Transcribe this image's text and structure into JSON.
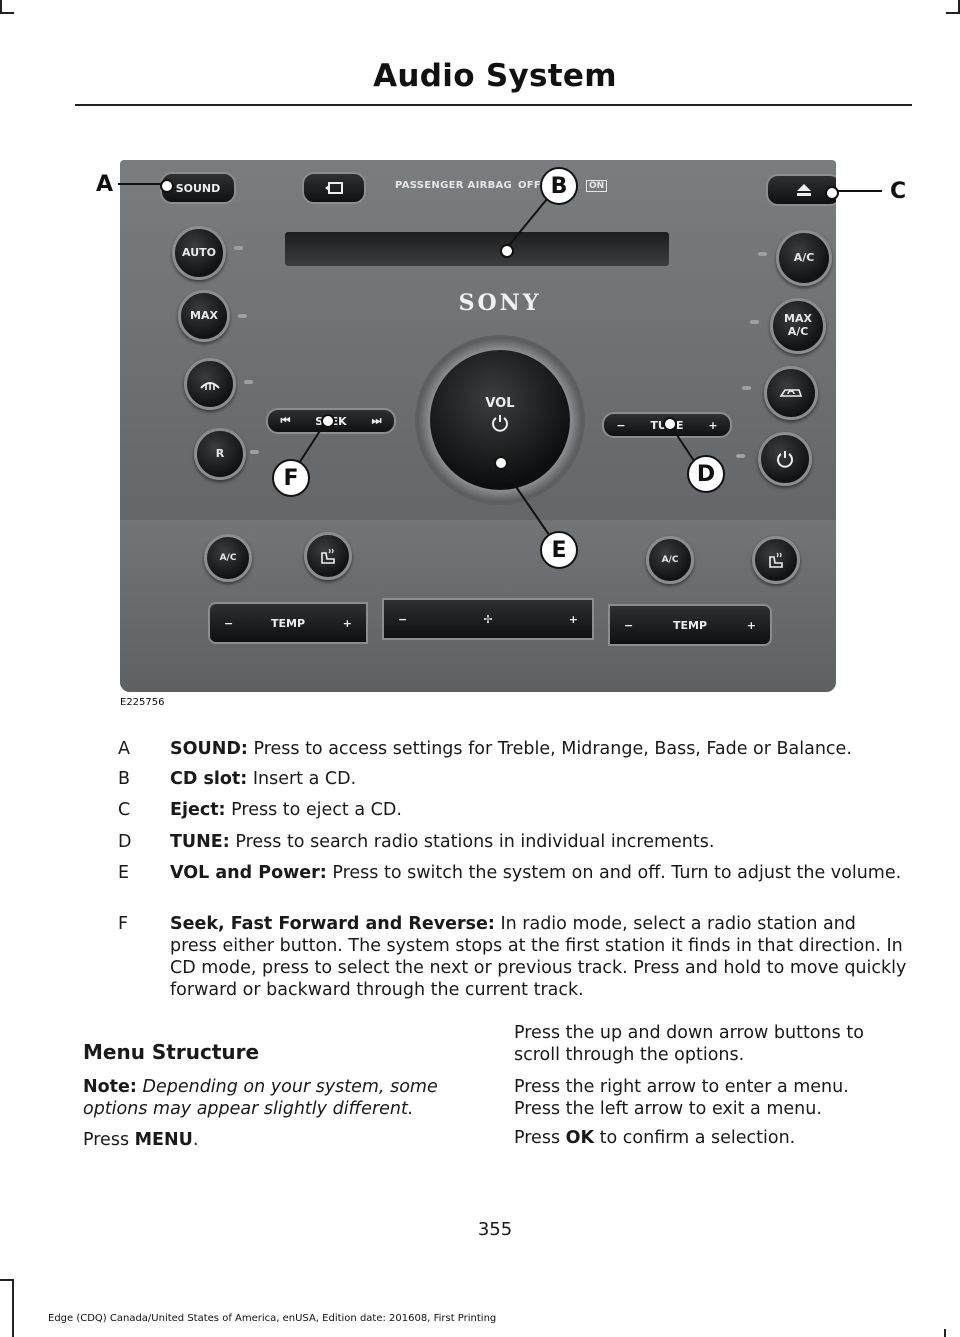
{
  "header": {
    "title": "Audio System"
  },
  "figure": {
    "id": "E225756",
    "callouts": [
      "A",
      "B",
      "C",
      "D",
      "E",
      "F"
    ],
    "panel_labels": {
      "sound": "SOUND",
      "auto": "AUTO",
      "max_defrost": "MAX",
      "rear_defrost": "R",
      "seek": "SEEK",
      "tune": "TUNE",
      "vol": "VOL",
      "ac": "A/C",
      "max_ac": "MAX A/C",
      "passenger_airbag": "PASSENGER AIRBAG",
      "airbag_off": "OFF",
      "airbag_on": "ON",
      "brand": "SONY",
      "temp_left": "TEMP",
      "temp_right": "TEMP",
      "seat_ac": "A/C"
    }
  },
  "legend": [
    {
      "letter": "A",
      "term": "SOUND:",
      "text": "Press to access settings for Treble, Midrange, Bass, Fade or Balance."
    },
    {
      "letter": "B",
      "term": "CD slot:",
      "text": "Insert a CD."
    },
    {
      "letter": "C",
      "term": "Eject:",
      "text": "Press to eject a CD."
    },
    {
      "letter": "D",
      "term": "TUNE:",
      "text": "Press to search radio stations in individual increments."
    },
    {
      "letter": "E",
      "term": "VOL and Power:",
      "text": "Press to switch the system on and off. Turn to adjust the volume."
    },
    {
      "letter": "F",
      "term": "Seek, Fast Forward and Reverse:",
      "text": "In radio mode, select a radio station and press either button. The system stops at the first station it finds in that direction. In CD mode, press to select the next or previous track. Press and hold to move quickly forward or backward through the current track."
    }
  ],
  "menu": {
    "heading": "Menu Structure",
    "note_label": "Note:",
    "note_text": "Depending on your system, some options may appear slightly different.",
    "press": "Press",
    "menu_key": "MENU",
    "right_col": {
      "p1": "Press the up and down arrow buttons to scroll through the options.",
      "p2": "Press the right arrow to enter a menu. Press the left arrow to exit a menu.",
      "p3_press": "Press",
      "p3_key": "OK",
      "p3_rest": "to confirm a selection."
    }
  },
  "page_number": "355",
  "footer": "Edge (CDQ) Canada/United States of America, enUSA, Edition date: 201608, First Printing"
}
